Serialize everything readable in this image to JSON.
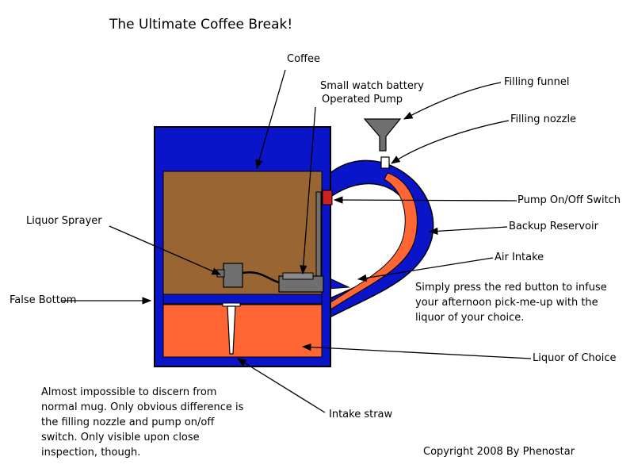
{
  "title": "The Ultimate Coffee Break!",
  "labels": {
    "coffee": "Coffee",
    "pump_line1": "Small watch battery",
    "pump_line2": "Operated Pump",
    "filling_funnel": "Filling funnel",
    "filling_nozzle": "Filling nozzle",
    "pump_switch": "Pump On/Off Switch",
    "backup_reservoir": "Backup Reservoir",
    "air_intake": "Air Intake",
    "liquor_sprayer": "Liquor Sprayer",
    "false_bottom": "False Bottom",
    "liquor_of_choice": "Liquor of Choice",
    "intake_straw": "Intake straw"
  },
  "notes": {
    "instructions": [
      "Simply press the red button to infuse",
      "your afternoon pick-me-up with the",
      "liquor of your choice."
    ],
    "disclaimer": [
      "Almost impossible to discern from",
      "normal mug. Only obvious difference is",
      "the filling nozzle and pump on/off",
      "switch. Only visible upon close",
      "inspection, though."
    ]
  },
  "copyright": "Copyright 2008 By Phenostar",
  "colors": {
    "mug_blue": "#0a14c8",
    "coffee_brown": "#996633",
    "liquor_orange": "#ff6633",
    "device_grey": "#6f6f6f",
    "button_red": "#cc2222"
  }
}
